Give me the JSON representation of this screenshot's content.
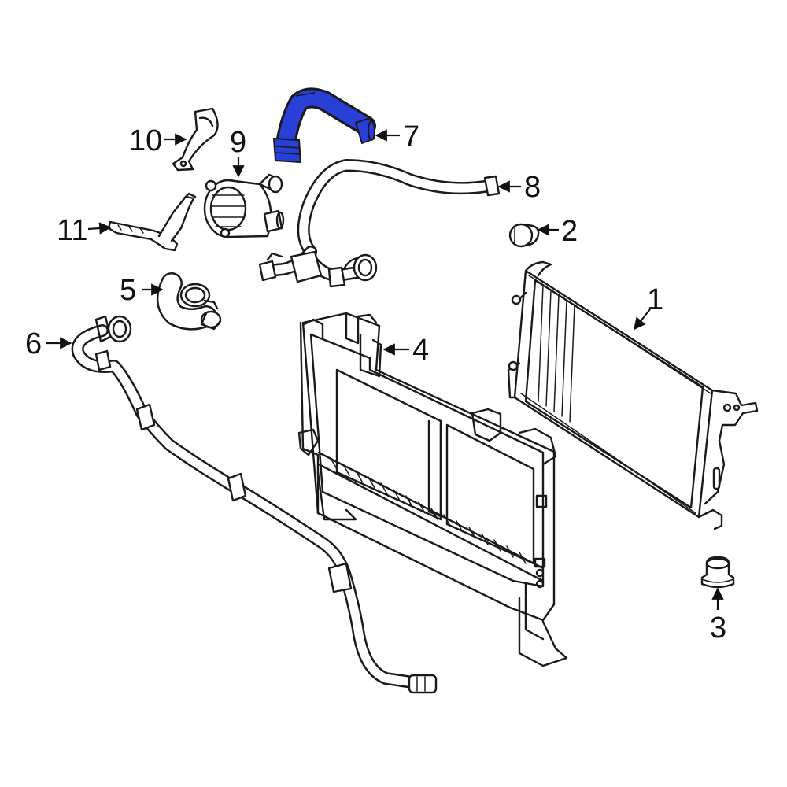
{
  "highlight_color": "#2a3fd6",
  "highlighted_part": "7",
  "callouts": {
    "c1": "1",
    "c2": "2",
    "c3": "3",
    "c4": "4",
    "c5": "5",
    "c6": "6",
    "c7": "7",
    "c8": "8",
    "c9": "9",
    "c10": "10",
    "c11": "11"
  }
}
